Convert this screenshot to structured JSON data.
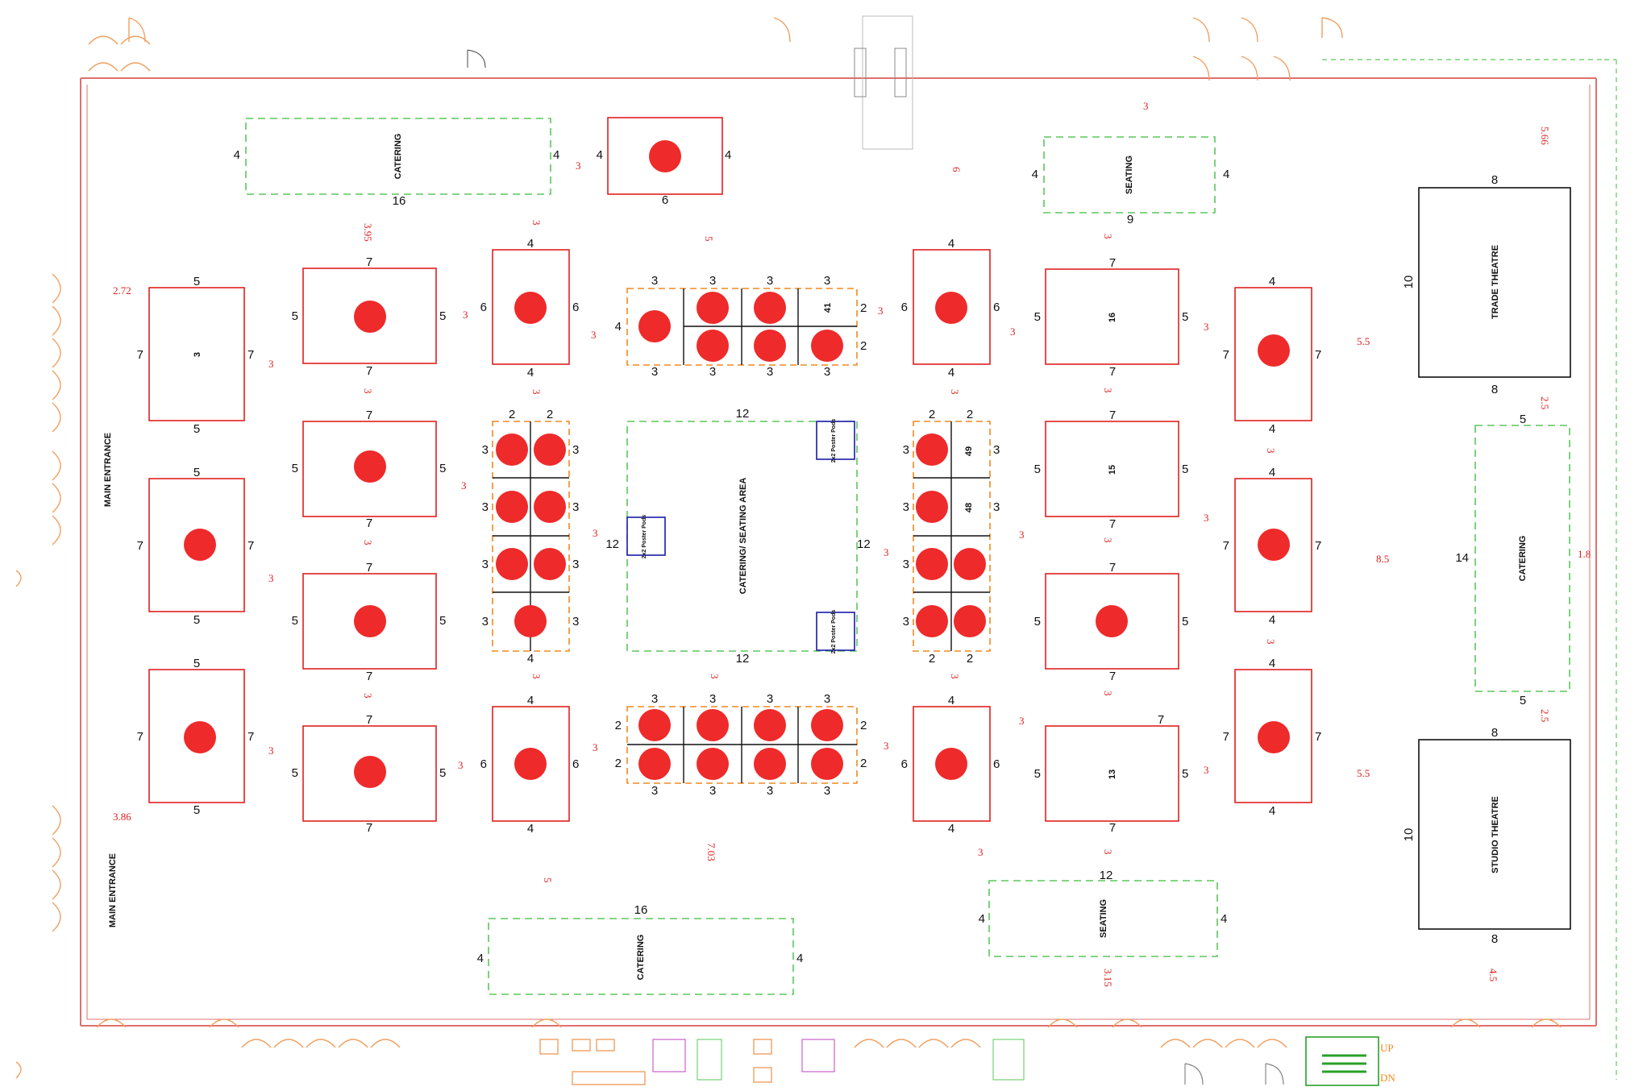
{
  "labels": {
    "catering_top": "CATERING",
    "seating_top": "SEATING",
    "trade_theatre": "TRADE THEATRE",
    "studio_theatre": "STUDIO THEATRE",
    "catering_right": "CATERING",
    "catering_center": "CATERING/ SEATING AREA",
    "catering_bottom": "CATERING",
    "seating_bottom": "SEATING",
    "main_entrance_1": "MAIN ENTRANCE",
    "main_entrance_2": "MAIN ENTRANCE",
    "poster_pod_1": "2x2 Poster Pods",
    "poster_pod_2": "2x2 Poster Pods",
    "poster_pod_3": "2x2 Poster Pods",
    "stair_up": "UP",
    "stair_dn": "DN"
  },
  "stand_numbers": {
    "s3": "3",
    "s16": "16",
    "s15": "15",
    "s13": "13",
    "s41": "41",
    "s49": "49",
    "s48": "48"
  },
  "black_dims": {
    "cat_top_left": "4",
    "cat_top_right": "4",
    "cat_top_bottom": "16",
    "topstand_left": "4",
    "topstand_right": "4",
    "topstand_bottom": "6",
    "seat_top_left": "4",
    "seat_top_right": "4",
    "seat_top_bottom": "9",
    "tt_top": "8",
    "tt_bottom": "8",
    "tt_left": "10",
    "st_top": "8",
    "st_bottom": "8",
    "st_left": "10",
    "catr_top": "5",
    "catr_bottom": "5",
    "catr_left": "14",
    "cc_top": "12",
    "cc_bottom": "12",
    "cc_left": "12",
    "cc_right": "12",
    "catb_top": "16",
    "catb_left": "4",
    "catb_right": "4",
    "seatb_top": "12",
    "seatb_left": "4",
    "seatb_right": "4",
    "d5": "5",
    "d7": "7",
    "d6": "6",
    "d4": "4",
    "d3": "3",
    "d2": "2"
  },
  "red_dims": {
    "r1": "3",
    "r2": "3",
    "r3": "6",
    "r4": "5.66",
    "r5": "3.95",
    "r6": "3",
    "r7": "5",
    "r8": "2.72",
    "r9": "5.5",
    "r10": "2.5",
    "r11": "1.8",
    "r12": "8.5",
    "r13": "2.5",
    "r14": "5.5",
    "r15": "3.86",
    "r16": "7.03",
    "r17": "5",
    "r18": "3.15",
    "r19": "4.5"
  }
}
